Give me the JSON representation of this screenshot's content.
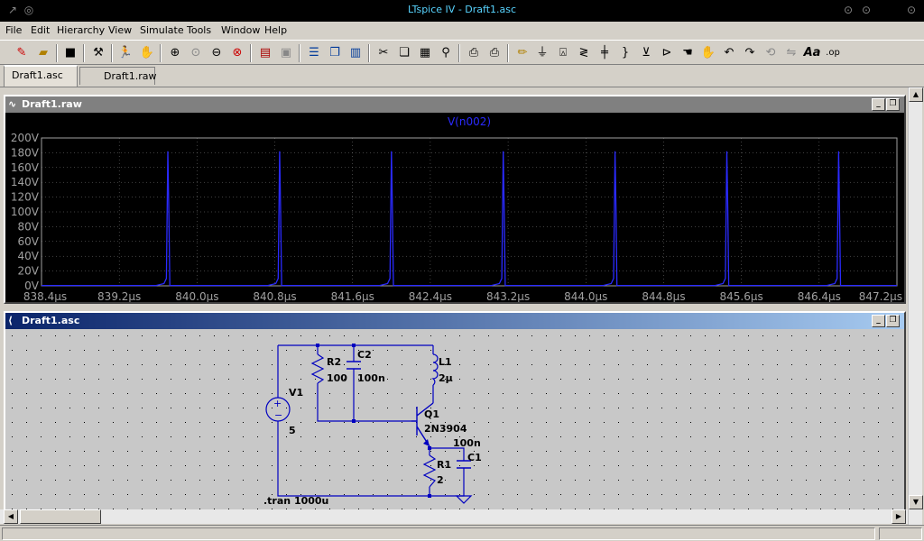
{
  "window": {
    "title": "LTspice IV - Draft1.asc"
  },
  "menu": {
    "items": [
      "File",
      "Edit",
      "Hierarchy",
      "View",
      "Simulate",
      "Tools",
      "Window",
      "Help"
    ]
  },
  "toolbar": {
    "icons": [
      "new-schematic-icon",
      "open-icon",
      "save-icon",
      "control-panel-icon",
      "run-icon",
      "halt-icon",
      "zoom-in-icon",
      "pan-icon",
      "zoom-out-icon",
      "zoom-cancel-icon",
      "autorange-icon",
      "measure-icon",
      "tile-horizontal-icon",
      "cascade-icon",
      "tile-vertical-icon",
      "cut-icon",
      "copy-icon",
      "paste-icon",
      "find-icon",
      "print-preview-icon",
      "print-icon",
      "wire-icon",
      "ground-icon",
      "label-icon",
      "resistor-icon",
      "capacitor-icon",
      "inductor-icon",
      "diode-icon",
      "component-icon",
      "move-icon",
      "drag-icon",
      "undo-icon",
      "redo-icon",
      "rotate-icon",
      "mirror-icon",
      "text-icon",
      "spice-directive-icon"
    ]
  },
  "tabs": [
    {
      "label": "Draft1.asc",
      "active": true
    },
    {
      "label": "Draft1.raw",
      "active": false
    }
  ],
  "plot_window": {
    "title": "Draft1.raw",
    "trace_label": "V(n002)",
    "trace_color": "#2a2aff",
    "grid_color": "#808080",
    "chart_data": {
      "type": "line",
      "title": "",
      "xlabel": "",
      "ylabel": "",
      "series": [
        {
          "name": "V(n002)",
          "color": "#2a2aff"
        }
      ],
      "xlim": [
        838.4,
        847.2
      ],
      "ylim": [
        0,
        200
      ],
      "x_unit": "µs",
      "y_unit": "V",
      "x_ticks": [
        "838.4µs",
        "839.2µs",
        "840.0µs",
        "840.8µs",
        "841.6µs",
        "842.4µs",
        "843.2µs",
        "844.0µs",
        "844.8µs",
        "845.6µs",
        "846.4µs",
        "847.2µs"
      ],
      "x_tick_values": [
        838.4,
        839.2,
        840.0,
        840.8,
        841.6,
        842.4,
        843.2,
        844.0,
        844.8,
        845.6,
        846.4,
        847.2
      ],
      "y_ticks": [
        "0V",
        "20V",
        "40V",
        "60V",
        "80V",
        "100V",
        "120V",
        "140V",
        "160V",
        "180V",
        "200V"
      ],
      "y_tick_values": [
        0,
        20,
        40,
        60,
        80,
        100,
        120,
        140,
        160,
        180,
        200
      ],
      "spike_times": [
        839.7,
        840.85,
        842.0,
        843.15,
        844.3,
        845.45,
        846.6
      ],
      "spike_peak": 182,
      "baseline": 0.5,
      "grid": true
    }
  },
  "schematic_window": {
    "title": "Draft1.asc",
    "wire_color": "#0000c0",
    "components": {
      "v1": {
        "name": "V1",
        "value": "5"
      },
      "r2": {
        "name": "R2",
        "value": "100"
      },
      "c2": {
        "name": "C2",
        "value": "100n"
      },
      "l1": {
        "name": "L1",
        "value": "2µ"
      },
      "q1": {
        "name": "Q1",
        "value": "2N3904"
      },
      "r1": {
        "name": "R1",
        "value": "2"
      },
      "c1": {
        "name": "C1",
        "value": "100n"
      }
    },
    "directive": ".tran 1000u"
  }
}
